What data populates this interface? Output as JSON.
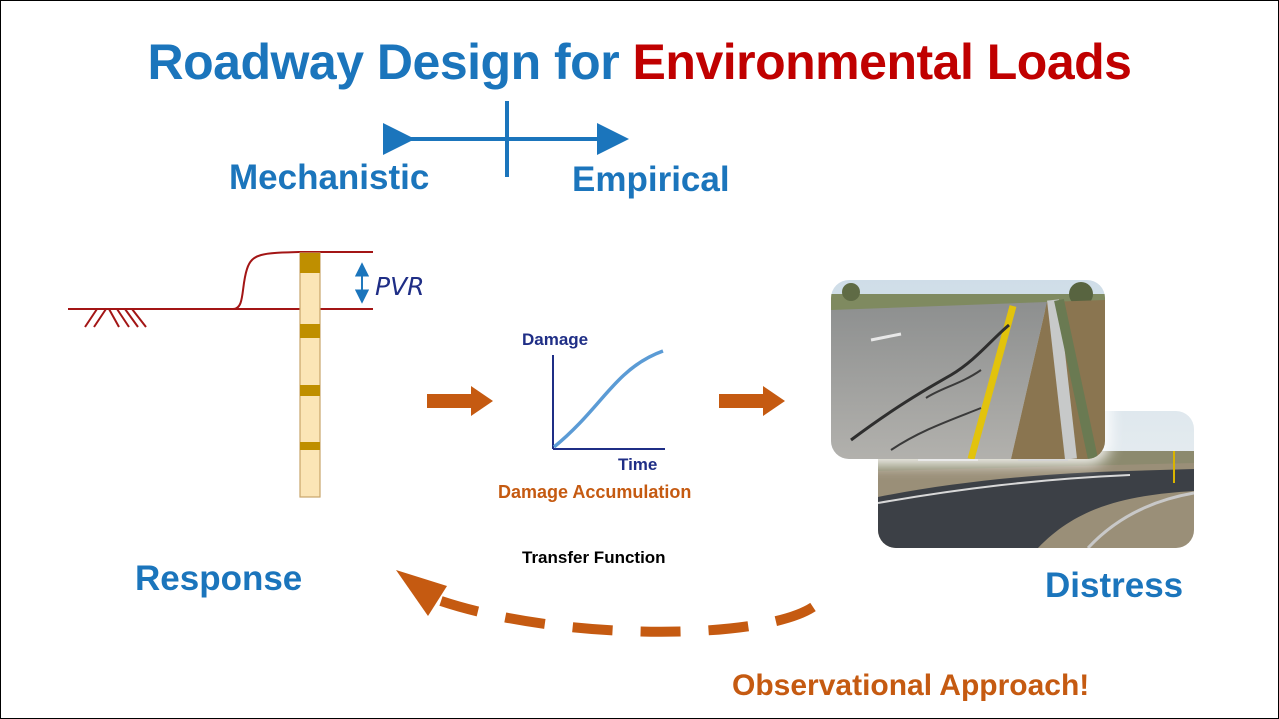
{
  "title": {
    "part1": "Roadway Design for ",
    "part2": "Environmental Loads"
  },
  "labels": {
    "mechanistic": "Mechanistic",
    "empirical": "Empirical",
    "pvr": "PVR",
    "damage": "Damage",
    "time": "Time",
    "damage_accumulation": "Damage Accumulation",
    "transfer_function": "Transfer Function",
    "response": "Response",
    "distress": "Distress",
    "observational": "Observational Approach!"
  },
  "colors": {
    "title_blue": "#1b75bc",
    "title_red": "#c00000",
    "arrow_orange": "#c55a11",
    "axis_navy": "#1f2e86",
    "curve_blue": "#5b9bd5",
    "soil_red": "#a31515",
    "column_fill": "#fbe5b6",
    "column_band": "#bf8f00"
  },
  "icons": {
    "photo_front": "cracked-road-photo",
    "photo_back": "road-curve-photo"
  }
}
